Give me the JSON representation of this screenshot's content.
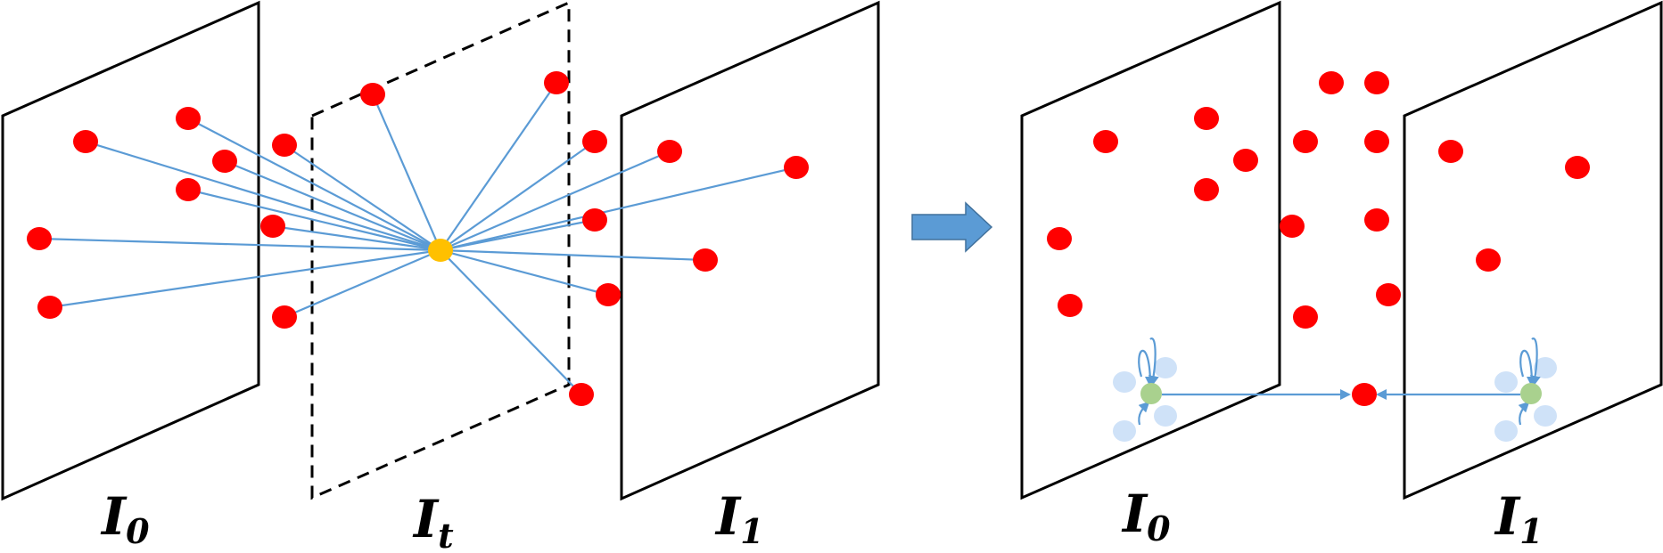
{
  "labels": {
    "left_i0": {
      "main": "I",
      "sub": "0"
    },
    "left_it": {
      "main": "I",
      "sub": "t"
    },
    "left_i1": {
      "main": "I",
      "sub": "1"
    },
    "right_i0": {
      "main": "I",
      "sub": "0"
    },
    "right_i1": {
      "main": "I",
      "sub": "1"
    }
  },
  "colors": {
    "point": "#ff0000",
    "target_point": "#ffc000",
    "link": "#5b9bd5",
    "feature": "#a9d18e",
    "halo": "#cfe2f8",
    "arrow": "#5b9bd5"
  }
}
